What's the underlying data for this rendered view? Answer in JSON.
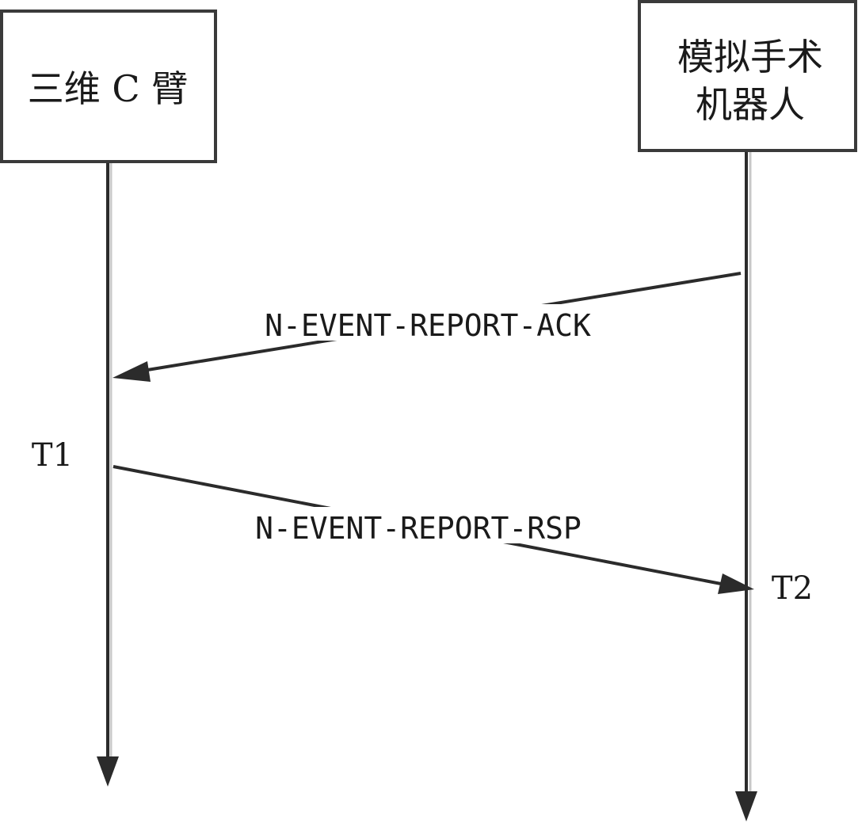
{
  "nodes": {
    "left": {
      "label": "三维 C 臂"
    },
    "right": {
      "label_line1": "模拟手术",
      "label_line2": "机器人"
    }
  },
  "messages": [
    {
      "label": "N-EVENT-REPORT-ACK",
      "from": "right",
      "to": "left"
    },
    {
      "label": "N-EVENT-REPORT-RSP",
      "from": "left",
      "to": "right"
    }
  ],
  "time_marks": {
    "t1": "T1",
    "t2": "T2"
  },
  "colors": {
    "line": "#2b2b2b",
    "box_border": "#3a3a3a",
    "background": "#ffffff"
  }
}
